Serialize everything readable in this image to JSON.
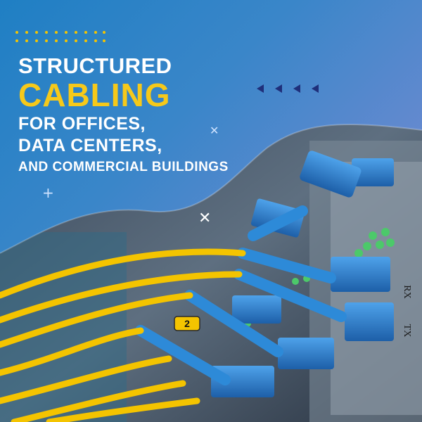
{
  "headline": {
    "line1": "STRUCTURED",
    "line2": "CABLING",
    "line3": "FOR OFFICES,",
    "line4": "DATA CENTERS,",
    "line5": "AND COMMERCIAL BUILDINGS"
  },
  "colors": {
    "accent_yellow": "#f6c91a",
    "background_blue": "#1f7fc4",
    "background_purple": "#8f8fd6",
    "cable_yellow": "#f4c400",
    "connector_blue": "#2a7fd0",
    "chevron_navy": "#1f2f7a"
  },
  "icons": {
    "dots": "dot-grid-icon",
    "chevrons": "left-chevrons-icon",
    "cross_small": "cross-icon",
    "plus": "plus-icon",
    "cross_large": "cross-icon"
  },
  "photo": {
    "cable_label": "2",
    "panel_label_tx": "TX",
    "panel_label_rx": "RX"
  }
}
